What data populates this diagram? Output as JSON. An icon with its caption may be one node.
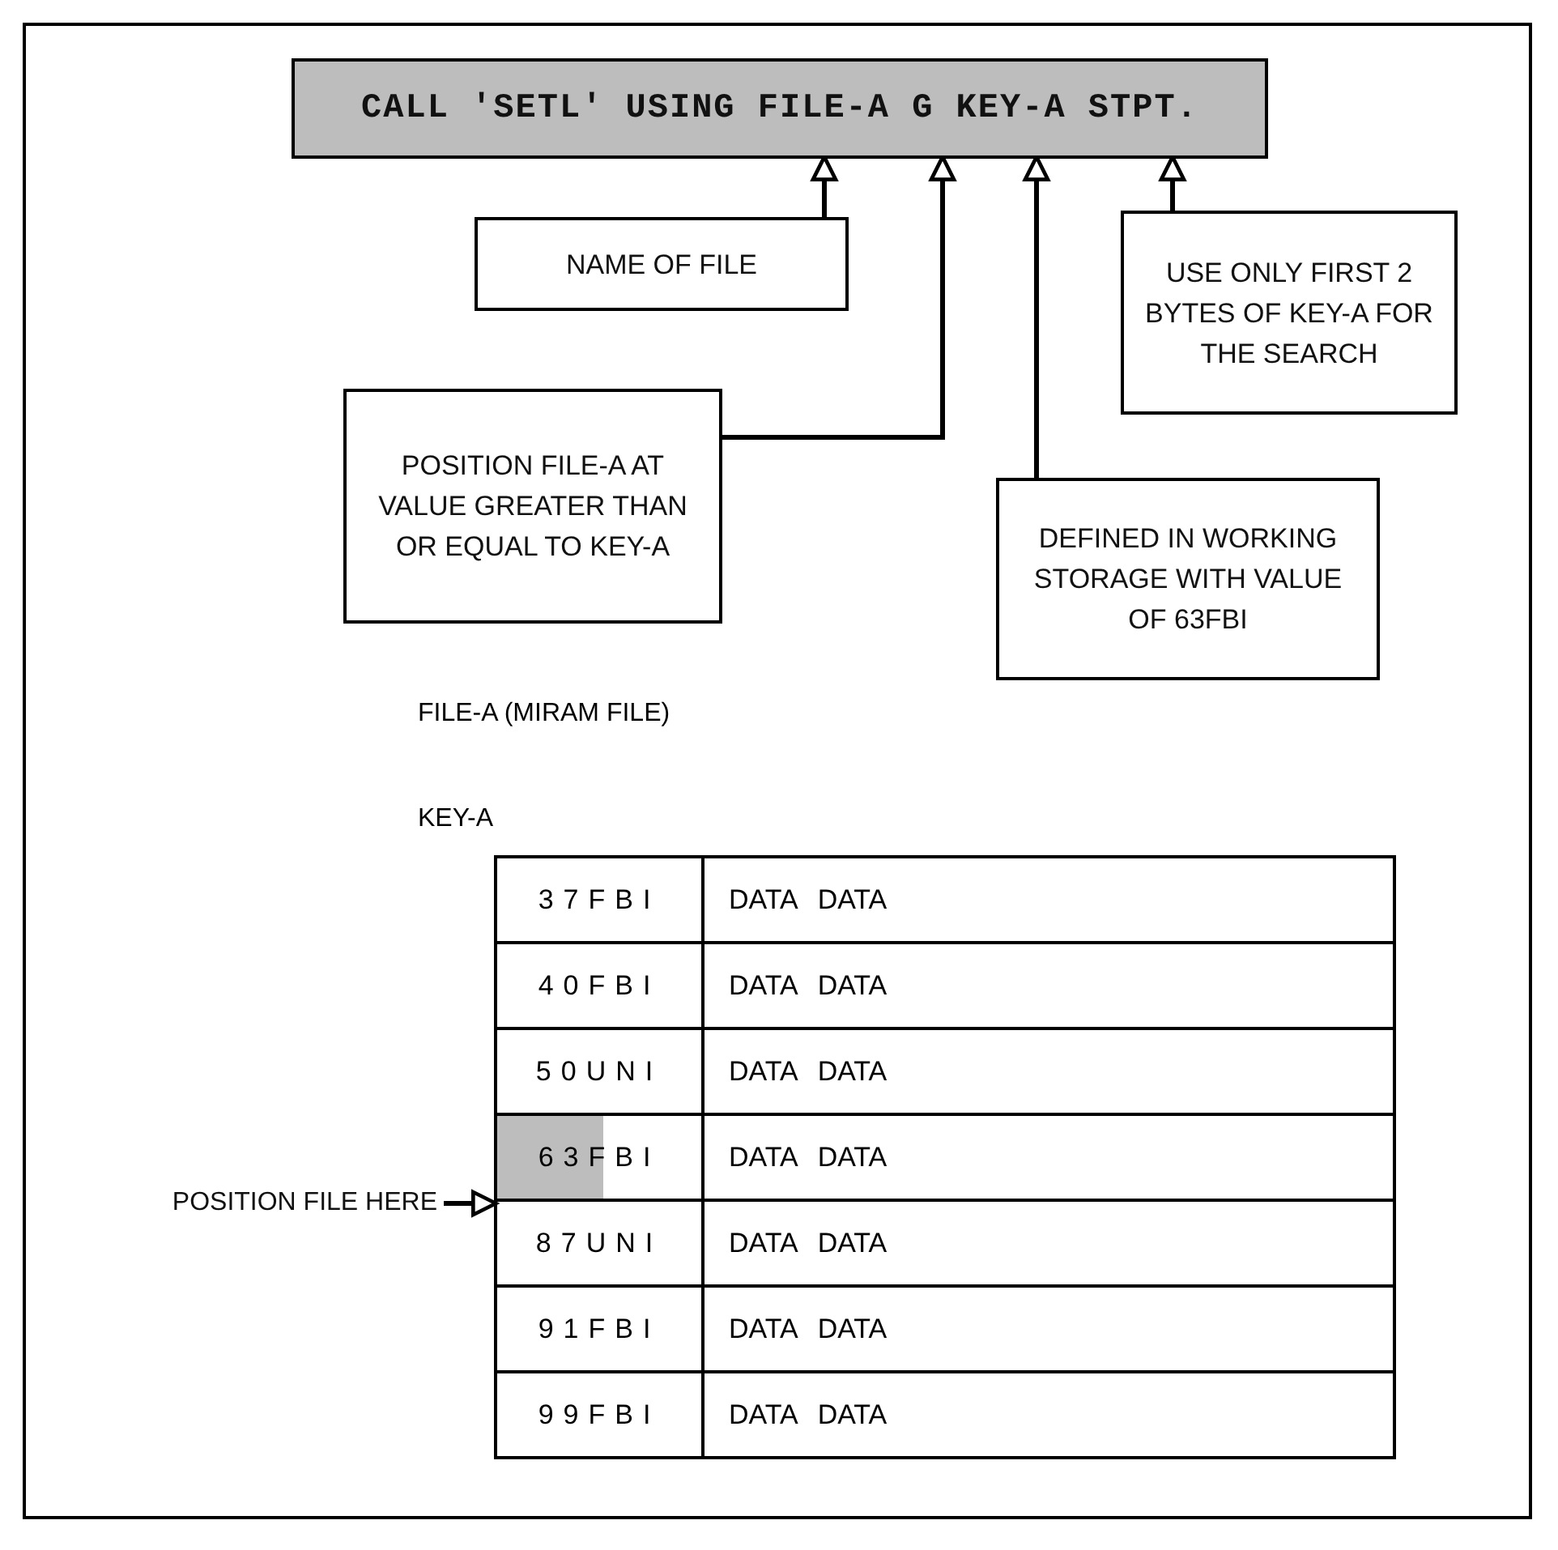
{
  "diagram": {
    "nodes": [
      {
        "text": [
          "CALL 'SETL' USING FILE-A G KEY-A STPT."
        ]
      },
      {
        "text": [
          "NAME OF FILE"
        ]
      },
      {
        "text": [
          "POSITION FILE-A AT VALUE GREATER THAN OR EQUAL TO KEY-A"
        ]
      },
      {
        "text": [
          "DEFINED IN WORKING STORAGE WITH VALUE OF 63FBI"
        ]
      },
      {
        "text": [
          "USE ONLY FIRST 2 BYTES OF KEY-A FOR THE SEARCH"
        ]
      },
      {
        "text": [
          "POSITION FILE HERE"
        ]
      },
      {
        "text": [
          "63FBI"
        ]
      }
    ],
    "edges": [
      {
        "from": 1,
        "to": 0,
        "arrow": "to"
      },
      {
        "from": 2,
        "to": 0,
        "arrow": "to"
      },
      {
        "from": 3,
        "to": 0,
        "arrow": "to"
      },
      {
        "from": 4,
        "to": 0,
        "arrow": "to"
      },
      {
        "from": 5,
        "to": 6,
        "arrow": "to"
      }
    ],
    "labels": [
      "FILE-A (MIRAM FILE)",
      "KEY-A",
      "37FBI",
      "DATA",
      "DATA",
      "40FBI",
      "DATA",
      "DATA",
      "50UNI",
      "DATA",
      "DATA",
      "DATA",
      "DATA",
      "87UNI",
      "DATA",
      "DATA",
      "91FBI",
      "DATA",
      "DATA",
      "99FBI",
      "DATA",
      "DATA"
    ]
  }
}
